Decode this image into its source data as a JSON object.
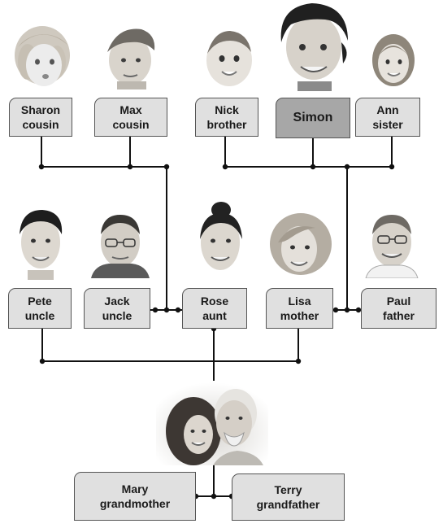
{
  "people": {
    "sharon": {
      "name": "Sharon",
      "relation": "cousin"
    },
    "max": {
      "name": "Max",
      "relation": "cousin"
    },
    "nick": {
      "name": "Nick",
      "relation": "brother"
    },
    "simon": {
      "name": "Simon",
      "relation": ""
    },
    "ann": {
      "name": "Ann",
      "relation": "sister"
    },
    "pete": {
      "name": "Pete",
      "relation": "uncle"
    },
    "jack": {
      "name": "Jack",
      "relation": "uncle"
    },
    "rose": {
      "name": "Rose",
      "relation": "aunt"
    },
    "lisa": {
      "name": "Lisa",
      "relation": "mother"
    },
    "paul": {
      "name": "Paul",
      "relation": "father"
    },
    "mary": {
      "name": "Mary",
      "relation": "grandmother"
    },
    "terry": {
      "name": "Terry",
      "relation": "grandfather"
    }
  },
  "colors": {
    "box_fill": "#e0e0e0",
    "highlight_fill": "#a7a7a7",
    "line": "#111111"
  }
}
